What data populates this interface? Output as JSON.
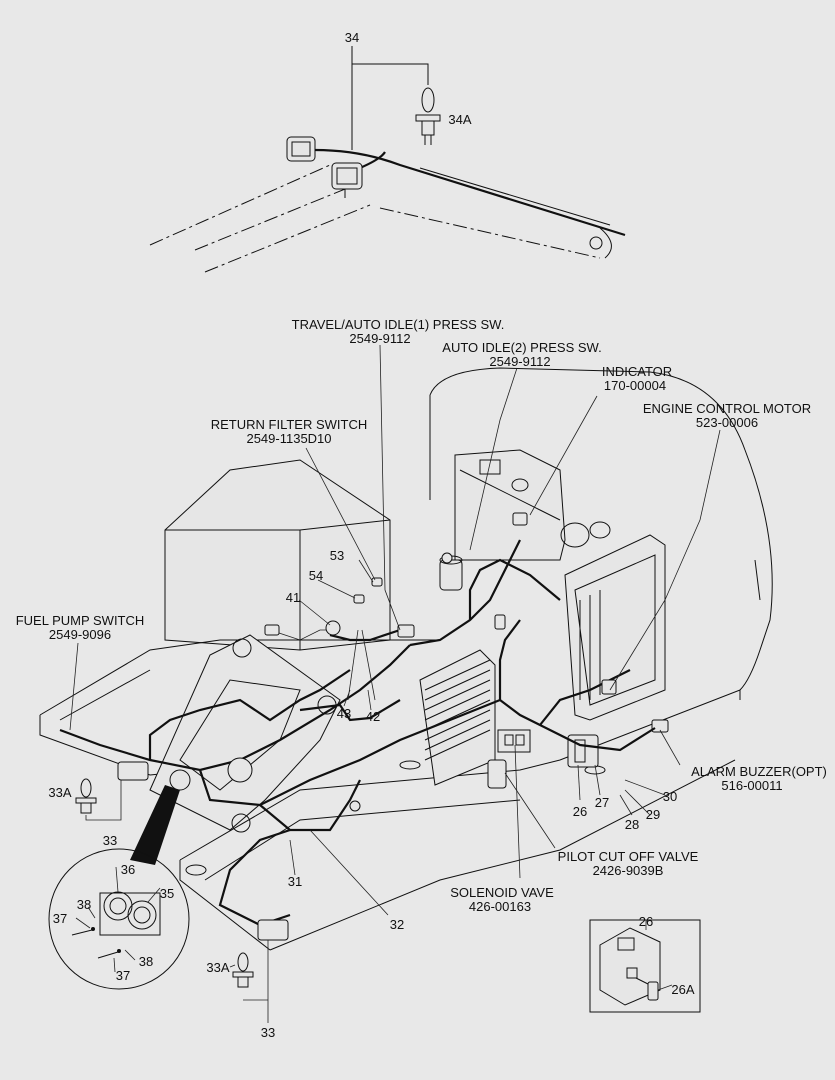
{
  "callouts": {
    "travel_auto_idle1": {
      "name": "TRAVEL/AUTO IDLE(1) PRESS SW.",
      "part": "2549-9112"
    },
    "auto_idle2": {
      "name": "AUTO IDLE(2) PRESS SW.",
      "part": "2549-9112"
    },
    "indicator": {
      "name": "INDICATOR",
      "part": "170-00004"
    },
    "engine_control_motor": {
      "name": "ENGINE CONTROL MOTOR",
      "part": "523-00006"
    },
    "return_filter_switch": {
      "name": "RETURN FILTER SWITCH",
      "part": "2549-1135D10"
    },
    "fuel_pump_switch": {
      "name": "FUEL PUMP SWITCH",
      "part": "2549-9096"
    },
    "alarm_buzzer": {
      "name": "ALARM BUZZER(OPT)",
      "part": "516-00011"
    },
    "pilot_cut_off_valve": {
      "name": "PILOT CUT OFF VALVE",
      "part": "2426-9039B"
    },
    "solenoid_valve": {
      "name": "SOLENOID VAVE",
      "part": "426-00163"
    }
  },
  "numbers": {
    "n34": "34",
    "n34a": "34A",
    "n53": "53",
    "n54": "54",
    "n41": "41",
    "n43": "43",
    "n42": "42",
    "n33a_top": "33A",
    "n33_top": "33",
    "n36": "36",
    "n35": "35",
    "n38a": "38",
    "n37a": "37",
    "n38b": "38",
    "n37b": "37",
    "n31": "31",
    "n32": "32",
    "n26": "26",
    "n27": "27",
    "n30": "30",
    "n29": "29",
    "n28": "28",
    "n26_box": "26",
    "n26a": "26A",
    "n33a_bot": "33A",
    "n33_bot": "33"
  }
}
